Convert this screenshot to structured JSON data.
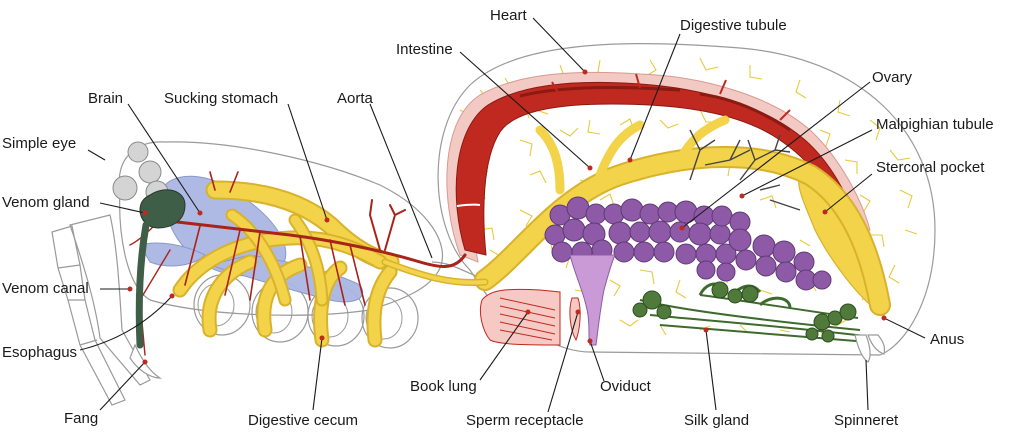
{
  "labels": {
    "heart": "Heart",
    "digestive_tubule": "Digestive tubule",
    "intestine": "Intestine",
    "ovary": "Ovary",
    "brain": "Brain",
    "sucking_stomach": "Sucking stomach",
    "aorta": "Aorta",
    "malpighian_tubule": "Malpighian tubule",
    "simple_eye": "Simple eye",
    "stercoral_pocket": "Stercoral pocket",
    "venom_gland": "Venom gland",
    "venom_canal": "Venom canal",
    "anus": "Anus",
    "esophagus": "Esophagus",
    "book_lung": "Book lung",
    "oviduct": "Oviduct",
    "fang": "Fang",
    "digestive_cecum": "Digestive cecum",
    "sperm_receptacle": "Sperm receptacle",
    "silk_gland": "Silk gland",
    "spinneret": "Spinneret"
  },
  "colors": {
    "digestive": "#f2d34a",
    "fat_tissue": "#e9c93b",
    "heart": "#c0291f",
    "heart_outer": "#f3c9c3",
    "vessels": "#a8231a",
    "nervous": "#aab7e3",
    "eyes": "#d4d4d4",
    "venom_gland": "#3f5e47",
    "ovary": "#8e5aa8",
    "oviduct": "#c99ad6",
    "silk_gland": "#4f7a3a",
    "book_lung": "#f6c9c4",
    "outline": "#9a9a9a"
  }
}
